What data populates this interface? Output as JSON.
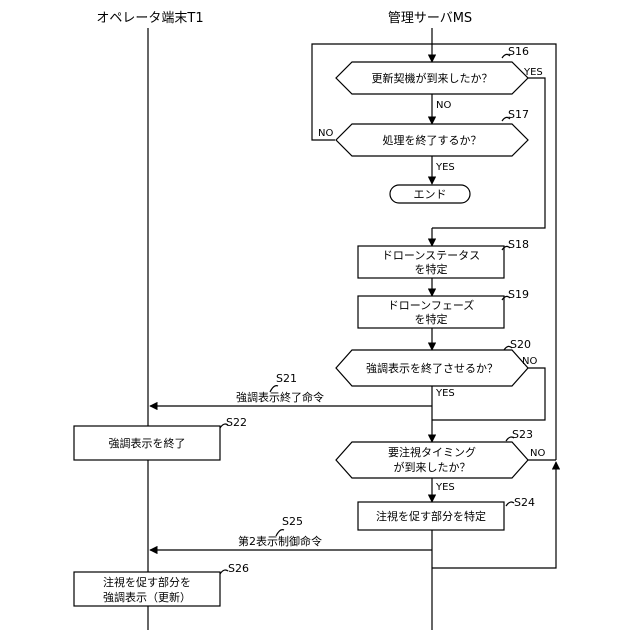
{
  "headers": {
    "operator": "オペレータ端末T1",
    "server": "管理サーバMS"
  },
  "steps": {
    "s16": {
      "id": "S16",
      "text": "更新契機が到来したか？"
    },
    "s17": {
      "id": "S17",
      "text": "処理を終了するか？"
    },
    "end": {
      "text": "エンド"
    },
    "s18": {
      "id": "S18",
      "line1": "ドローンステータス",
      "line2": "を特定"
    },
    "s19": {
      "id": "S19",
      "line1": "ドローンフェーズ",
      "line2": "を特定"
    },
    "s20": {
      "id": "S20",
      "text": "強調表示を終了させるか？"
    },
    "s21": {
      "id": "S21",
      "text": "強調表示終了命令"
    },
    "s22": {
      "id": "S22",
      "text": "強調表示を終了"
    },
    "s23": {
      "id": "S23",
      "line1": "要注視タイミング",
      "line2": "が到来したか？"
    },
    "s24": {
      "id": "S24",
      "text": "注視を促す部分を特定"
    },
    "s25": {
      "id": "S25",
      "text": "第2表示制御命令"
    },
    "s26": {
      "id": "S26",
      "line1": "注視を促す部分を",
      "line2": "強調表示（更新）"
    }
  },
  "branch_labels": {
    "s16_yes": "YES",
    "s16_no": "NO",
    "s17_yes": "YES",
    "s17_no": "NO",
    "s20_yes": "YES",
    "s20_no": "NO",
    "s23_yes": "YES",
    "s23_no": "NO"
  }
}
